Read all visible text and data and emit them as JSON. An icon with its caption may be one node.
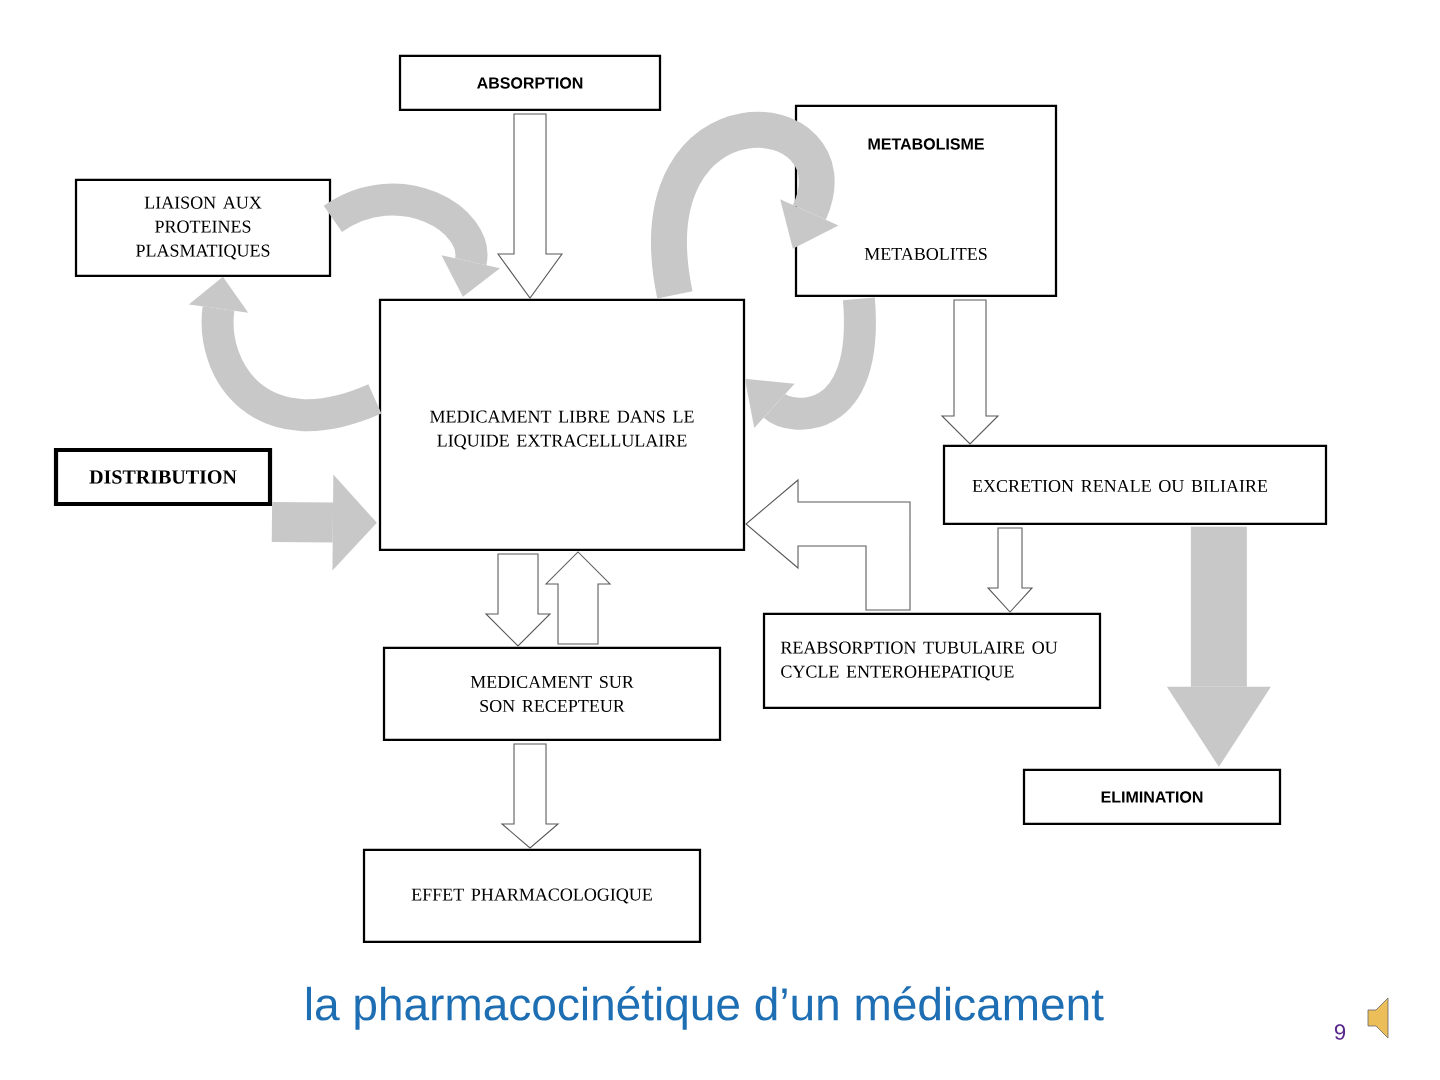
{
  "diagram": {
    "caption": "la pharmacocinétique  d’un médicament",
    "nodes": [
      {
        "text": [
          "ABSORPTION"
        ]
      },
      {
        "text": [
          "LIAISON AUX PROTEINES PLASMATIQUES"
        ]
      },
      {
        "text": [
          "METABOLISME",
          "METABOLITES"
        ]
      },
      {
        "text": [
          "MEDICAMENT LIBRE DANS LE LIQUIDE EXTRACELLULAIRE"
        ]
      },
      {
        "text": [
          "DISTRIBUTION"
        ]
      },
      {
        "text": [
          "EXCRETION RENALE OU BILIAIRE"
        ]
      },
      {
        "text": [
          "REABSORPTION TUBULAIRE OU CYCLE ENTEROHEPATIQUE"
        ]
      },
      {
        "text": [
          "MEDICAMENT SUR SON RECEPTEUR"
        ]
      },
      {
        "text": [
          "ELIMINATION"
        ]
      },
      {
        "text": [
          "EFFET PHARMACOLOGIQUE"
        ]
      }
    ],
    "edges": [
      {
        "from": 0,
        "to": 3,
        "arrow": "to"
      },
      {
        "from": 1,
        "to": 3,
        "arrow": "to",
        "color": "#c8c8c8"
      },
      {
        "from": 3,
        "to": 1,
        "arrow": "to",
        "color": "#c8c8c8"
      },
      {
        "from": 3,
        "to": 2,
        "arrow": "to",
        "color": "#c8c8c8"
      },
      {
        "from": 2,
        "to": 3,
        "arrow": "to",
        "color": "#c8c8c8"
      },
      {
        "from": 4,
        "to": 3,
        "arrow": "to",
        "color": "#c8c8c8"
      },
      {
        "from": 2,
        "to": 5,
        "arrow": "to"
      },
      {
        "from": 5,
        "to": 6,
        "arrow": "to"
      },
      {
        "from": 6,
        "to": 3,
        "arrow": "to"
      },
      {
        "from": 5,
        "to": 8,
        "arrow": "to",
        "color": "#c8c8c8"
      },
      {
        "from": 3,
        "to": 7,
        "arrow": "to"
      },
      {
        "from": 7,
        "to": 3,
        "arrow": "to"
      },
      {
        "from": 7,
        "to": 9,
        "arrow": "to"
      }
    ],
    "labels": [
      "9"
    ]
  }
}
